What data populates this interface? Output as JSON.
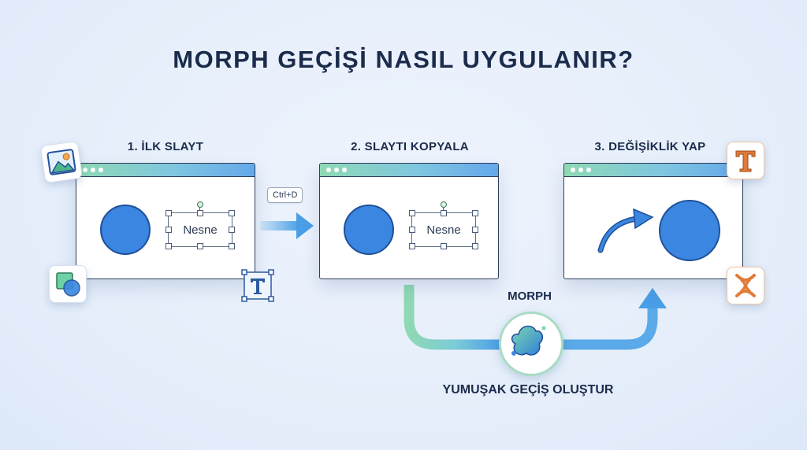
{
  "title": "MORPH GEÇİŞİ NASIL UYGULANIR?",
  "steps": [
    {
      "label": "1. İLK SLAYT",
      "textbox": "Nesne"
    },
    {
      "label": "2. SLAYTI KOPYALA",
      "textbox": "Nesne"
    },
    {
      "label": "3. DEĞİŞİKLİK YAP"
    }
  ],
  "shortcut": "Ctrl+D",
  "morph_label": "MORPH",
  "caption": "YUMUŞAK GEÇİŞ OLUŞTUR",
  "colors": {
    "accent_blue": "#3a86e0",
    "accent_green": "#8fd9b4",
    "accent_orange": "#e07b3a",
    "text_dark": "#1b2b4b"
  },
  "icons": [
    "image-icon",
    "shapes-icon",
    "text-tool-icon",
    "text-icon",
    "morph-icon",
    "blob-icon",
    "curved-arrow-icon"
  ]
}
